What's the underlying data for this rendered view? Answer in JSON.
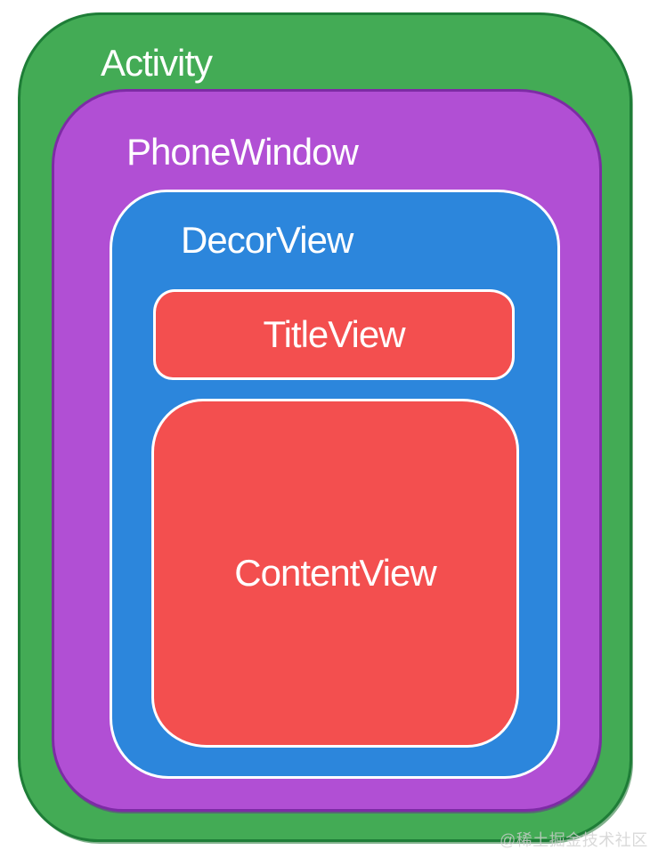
{
  "text_color": "#ffffff",
  "diagram": {
    "boxes": {
      "activity": {
        "label": "Activity",
        "fill": "#43ab55",
        "stroke": "#1e7d37"
      },
      "phone_window": {
        "label": "PhoneWindow",
        "fill": "#b14fd4",
        "stroke": "#7d2ba5"
      },
      "decor_view": {
        "label": "DecorView",
        "fill": "#2c86dc",
        "stroke": "#ffffff"
      },
      "title_view": {
        "label": "TitleView",
        "fill": "#f34f4f",
        "stroke": "#ffffff"
      },
      "content_view": {
        "label": "ContentView",
        "fill": "#f34f4f",
        "stroke": "#ffffff"
      }
    }
  },
  "watermark": {
    "text": "@稀土掘金技术社区",
    "color": "#cfcfcf"
  }
}
